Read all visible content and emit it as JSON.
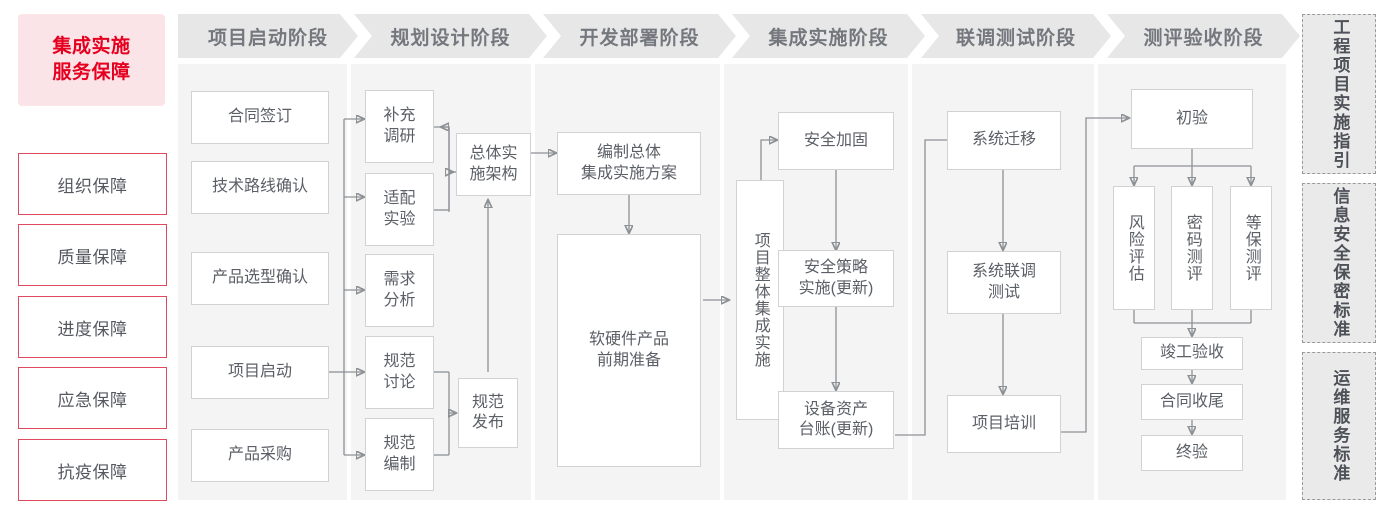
{
  "left_rail": {
    "title": "集成实施\n服务保障",
    "title_lines": [
      "集成实施",
      "服务保障"
    ],
    "accent_color": "#e60020",
    "background_color": "#fbe4e8",
    "border_color": "#e04a5f",
    "items": [
      {
        "label": "组织保障"
      },
      {
        "label": "质量保障"
      },
      {
        "label": "进度保障"
      },
      {
        "label": "应急保障"
      },
      {
        "label": "抗疫保障"
      }
    ]
  },
  "phases": [
    {
      "id": "p1",
      "header": "项目启动阶段"
    },
    {
      "id": "p2",
      "header": "规划设计阶段"
    },
    {
      "id": "p3",
      "header": "开发部署阶段"
    },
    {
      "id": "p4",
      "header": "集成实施阶段"
    },
    {
      "id": "p5",
      "header": "联调测试阶段"
    },
    {
      "id": "p6",
      "header": "测评验收阶段"
    }
  ],
  "nodes": {
    "p1": [
      {
        "label": "合同签订"
      },
      {
        "label": "技术路线确认"
      },
      {
        "label": "产品选型确认"
      },
      {
        "label": "项目启动"
      },
      {
        "label": "产品采购"
      }
    ],
    "p2": [
      {
        "label": "补充\n调研",
        "lines": [
          "补充",
          "调研"
        ]
      },
      {
        "label": "适配\n实验",
        "lines": [
          "适配",
          "实验"
        ]
      },
      {
        "label": "需求\n分析",
        "lines": [
          "需求",
          "分析"
        ]
      },
      {
        "label": "规范\n讨论",
        "lines": [
          "规范",
          "讨论"
        ]
      },
      {
        "label": "规范\n编制",
        "lines": [
          "规范",
          "编制"
        ]
      },
      {
        "label": "总体实\n施架构",
        "lines": [
          "总体实",
          "施架构"
        ]
      },
      {
        "label": "规范\n发布",
        "lines": [
          "规范",
          "发布"
        ]
      }
    ],
    "p3": [
      {
        "label": "编制总体\n集成实施方案",
        "lines": [
          "编制总体",
          "集成实施方案"
        ]
      },
      {
        "label": "软硬件产品\n前期准备",
        "lines": [
          "软硬件产品",
          "前期准备"
        ]
      }
    ],
    "p4": [
      {
        "label": "项目整体集成实施",
        "vertical": true
      },
      {
        "label": "安全加固"
      },
      {
        "label": "安全策略\n实施(更新)",
        "lines": [
          "安全策略",
          "实施(更新)"
        ]
      },
      {
        "label": "设备资产\n台账(更新)",
        "lines": [
          "设备资产",
          "台账(更新)"
        ]
      }
    ],
    "p5": [
      {
        "label": "系统迁移"
      },
      {
        "label": "系统联调\n测试",
        "lines": [
          "系统联调",
          "测试"
        ]
      },
      {
        "label": "项目培训"
      }
    ],
    "p6": [
      {
        "label": "初验"
      },
      {
        "label": "风险评估",
        "vertical": true
      },
      {
        "label": "密码测评",
        "vertical": true
      },
      {
        "label": "等保测评",
        "vertical": true
      },
      {
        "label": "竣工验收"
      },
      {
        "label": "合同收尾"
      },
      {
        "label": "终验"
      }
    ]
  },
  "standards_rail": [
    {
      "label": "工程项目实施指引",
      "col_right": "程目施引",
      "col_left": "工项实指"
    },
    {
      "label": "信息安全保密标准",
      "col_right": "息全密准",
      "col_left": "信安保标"
    },
    {
      "label": "运维服务标准",
      "col_right": "维务准",
      "col_left": "运服标"
    }
  ]
}
